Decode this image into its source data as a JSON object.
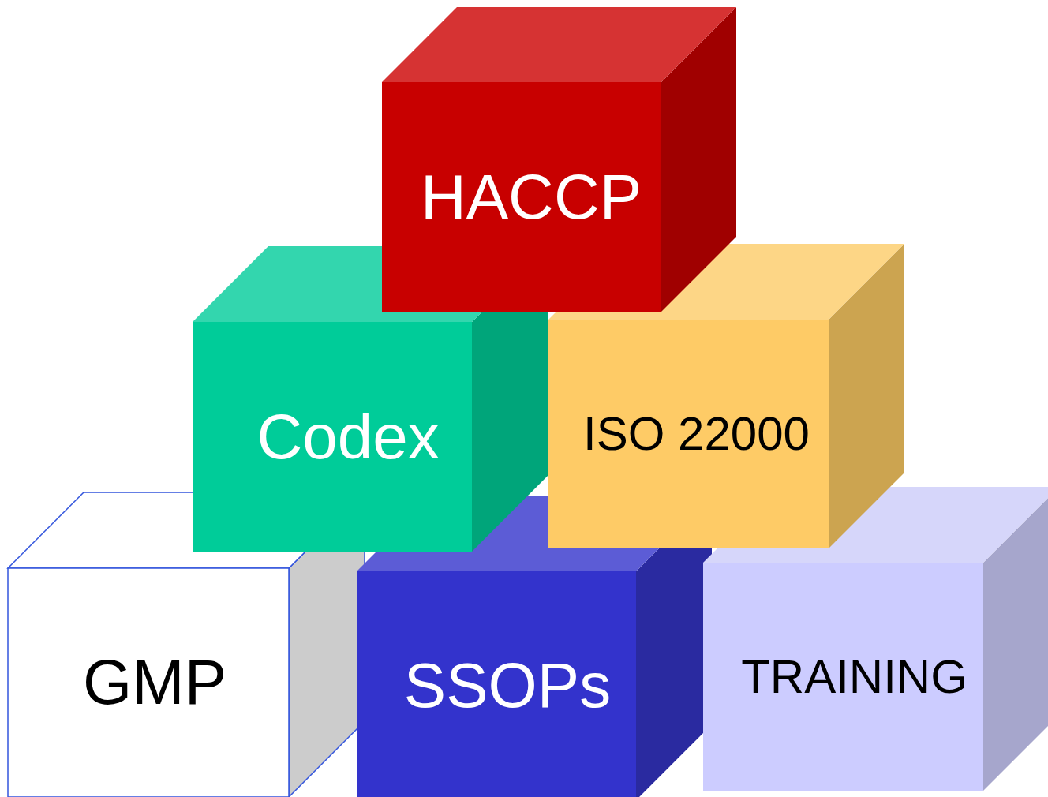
{
  "diagram": {
    "nodes": [
      {
        "text": [
          "HACCP"
        ]
      },
      {
        "text": [
          "Codex"
        ]
      },
      {
        "text": [
          "ISO 22000"
        ]
      },
      {
        "text": [
          "GMP"
        ]
      },
      {
        "text": [
          "SSOPs"
        ]
      },
      {
        "text": [
          "TRAINING"
        ]
      }
    ]
  }
}
